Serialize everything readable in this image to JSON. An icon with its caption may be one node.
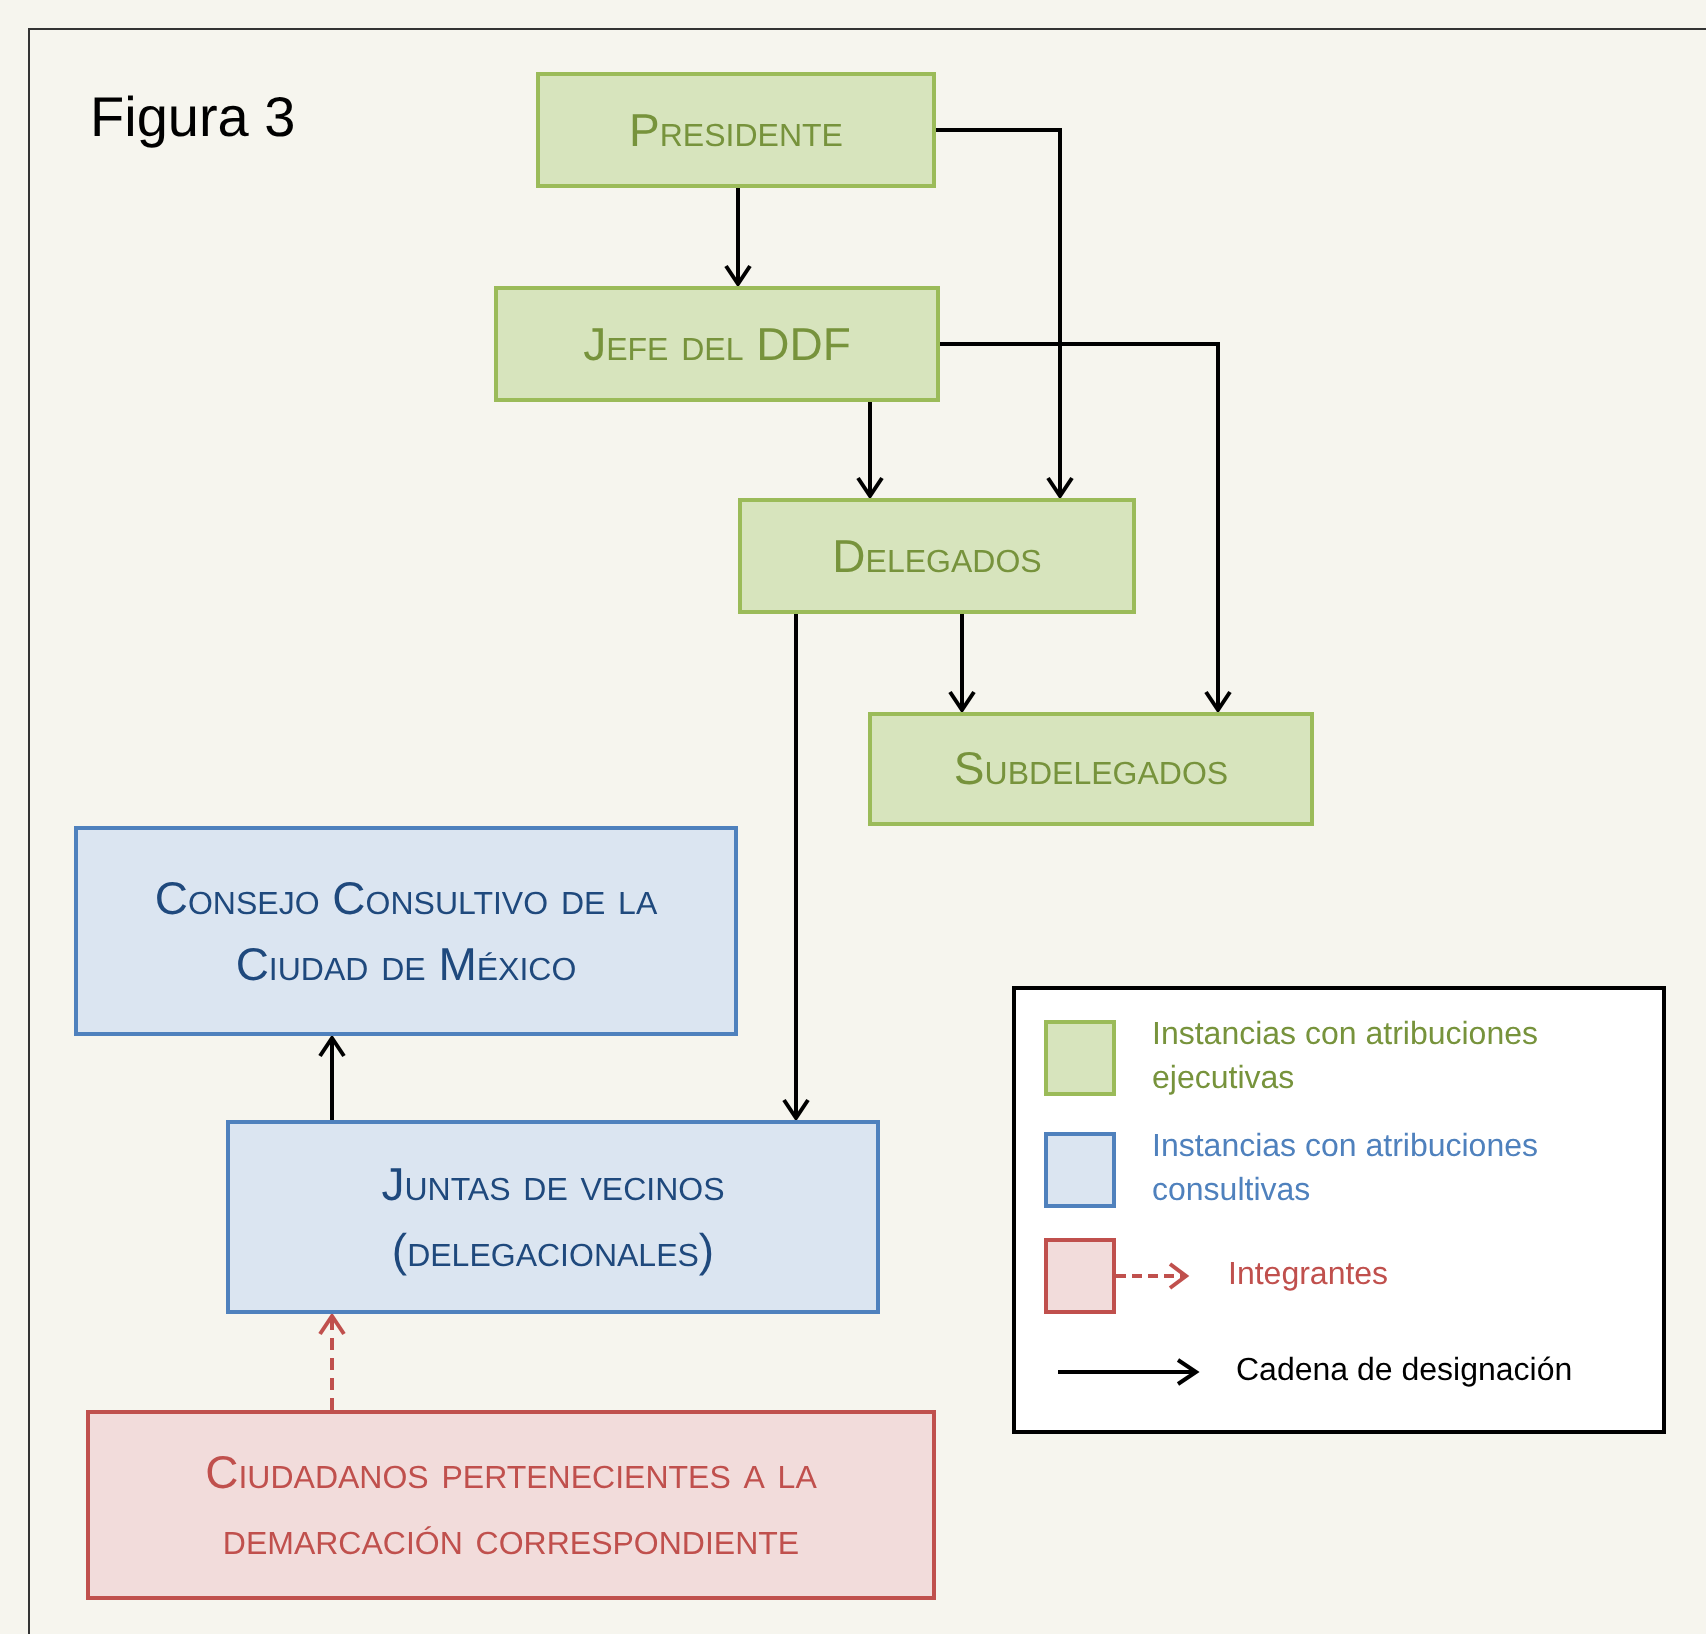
{
  "diagram": {
    "title": "Figura 3",
    "nodes": [
      {
        "text": [
          "Presidente"
        ]
      },
      {
        "text": [
          "Jefe del DDF"
        ]
      },
      {
        "text": [
          "Delegados"
        ]
      },
      {
        "text": [
          "Subdelegados"
        ]
      },
      {
        "text": [
          "Consejo Consultivo de la Ciudad de México"
        ]
      },
      {
        "text": [
          "Juntas de vecinos (delegacionales)"
        ]
      },
      {
        "text": [
          "Ciudadanos pertenecientes a la demarcación correspondiente"
        ]
      }
    ],
    "edges": [
      {
        "from": 0,
        "to": 1,
        "arrow": "to"
      },
      {
        "from": 0,
        "to": 2,
        "arrow": "to"
      },
      {
        "from": 1,
        "to": 2,
        "arrow": "to"
      },
      {
        "from": 1,
        "to": 3,
        "arrow": "to"
      },
      {
        "from": 2,
        "to": 3,
        "arrow": "to"
      },
      {
        "from": 2,
        "to": 5,
        "arrow": "to"
      },
      {
        "from": 5,
        "to": 4,
        "arrow": "to"
      },
      {
        "from": 6,
        "to": 5,
        "arrow": "to",
        "style": "dashed",
        "color": "#c0504d"
      }
    ],
    "legend": [
      {
        "text": "Instancias con atribuciones ejecutivas",
        "color": "#d7e4bd"
      },
      {
        "text": "Instancias con atribuciones consultivas",
        "color": "#dbe5f1"
      },
      {
        "text": "Integrantes",
        "color": "#f2dcdb"
      },
      {
        "text": "Cadena de designación"
      }
    ]
  }
}
